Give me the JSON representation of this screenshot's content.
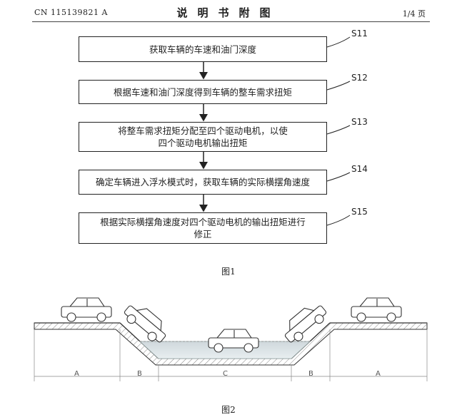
{
  "header": {
    "publication_number": "CN 115139821 A",
    "title": "说明书附图",
    "page": "1/4 页"
  },
  "figure1": {
    "caption": "图1",
    "steps": [
      {
        "label": "S11",
        "text": "获取车辆的车速和油门深度"
      },
      {
        "label": "S12",
        "text": "根据车速和油门深度得到车辆的整车需求扭矩"
      },
      {
        "label": "S13",
        "text": "将整车需求扭矩分配至四个驱动电机，以使四个驱动电机输出扭矩"
      },
      {
        "label": "S14",
        "text": "确定车辆进入浮水模式时，获取车辆的实际横摆角速度"
      },
      {
        "label": "S15",
        "text": "根据实际横摆角速度对四个驱动电机的输出扭矩进行修正"
      }
    ]
  },
  "figure2": {
    "caption": "图2",
    "zone_labels": [
      "A",
      "B",
      "C",
      "B",
      "A"
    ]
  }
}
